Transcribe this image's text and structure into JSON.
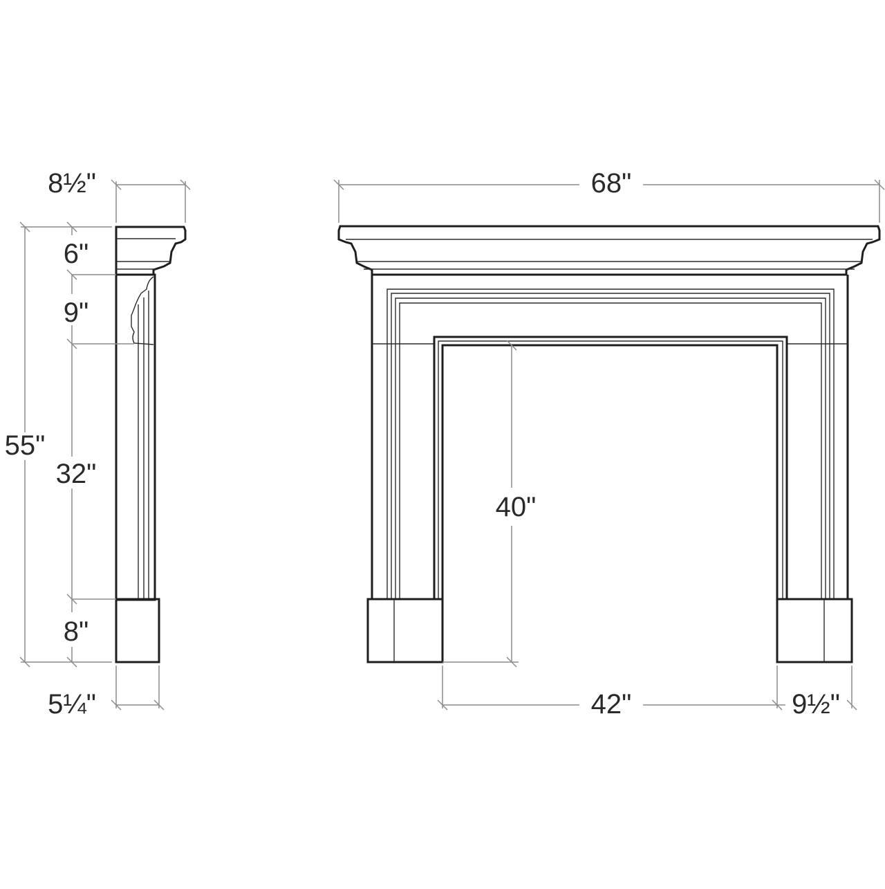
{
  "side_view": {
    "depth_top": "8½\"",
    "total_height": "55\"",
    "shelf_height": "6\"",
    "corbel_height": "9\"",
    "leg_height": "32\"",
    "plinth_height": "8\"",
    "depth_bottom": "5¼\""
  },
  "front_view": {
    "overall_width": "68\"",
    "opening_height": "40\"",
    "opening_width": "42\"",
    "leg_width": "9½\""
  }
}
